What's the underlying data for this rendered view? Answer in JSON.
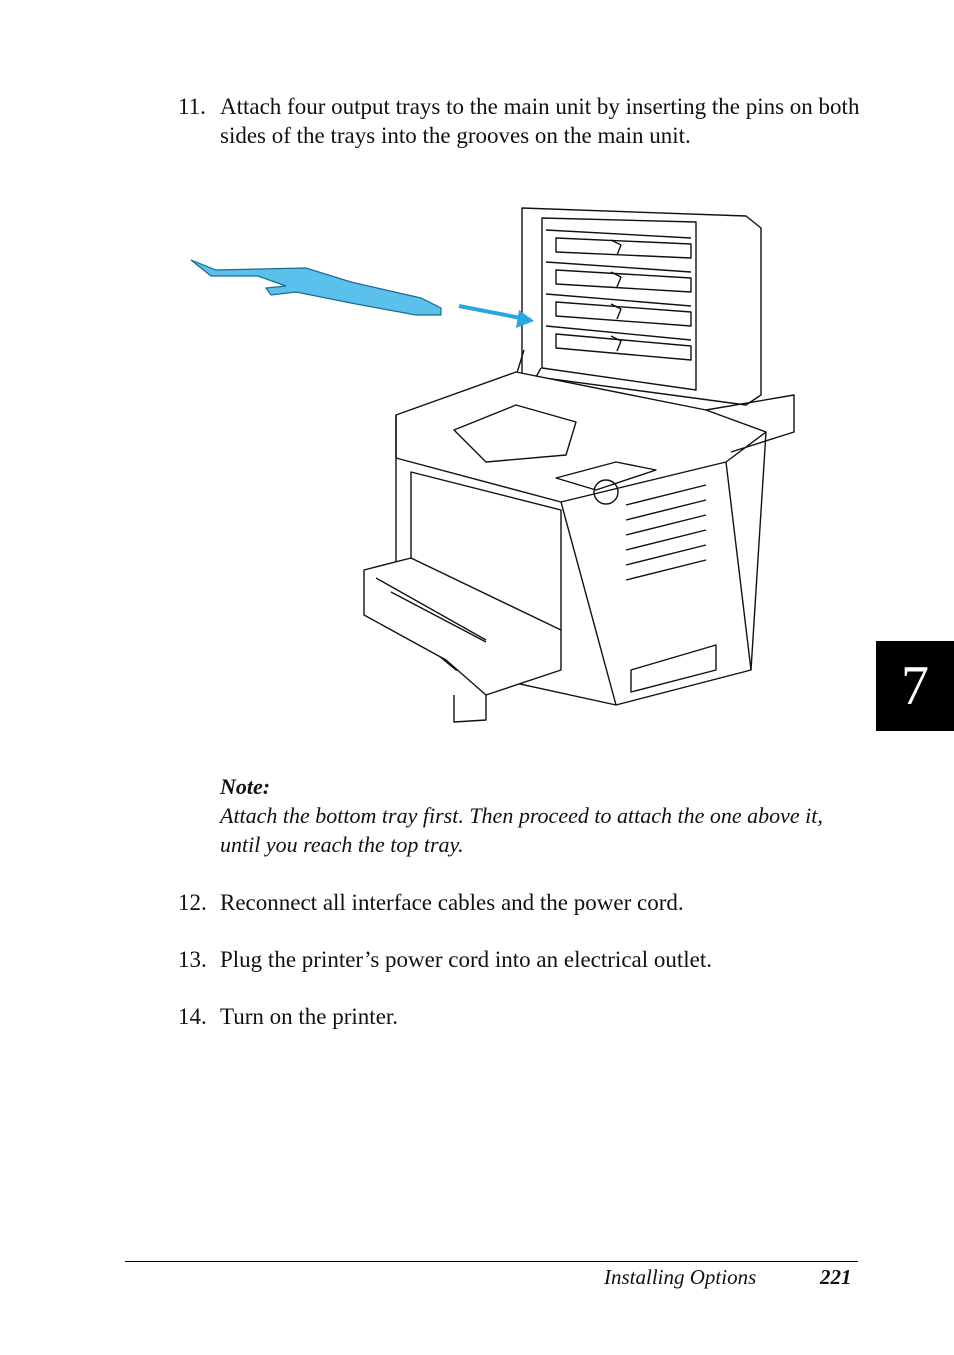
{
  "steps": [
    {
      "number": "11.",
      "text": "Attach four output trays to the main unit by inserting the pins on both sides of the trays into the grooves on the main unit."
    },
    {
      "number": "12.",
      "text": "Reconnect all interface cables and the power cord."
    },
    {
      "number": "13.",
      "text": "Plug the printer’s power cord into an electrical outlet."
    },
    {
      "number": "14.",
      "text": "Turn on the printer."
    }
  ],
  "note": {
    "label": "Note:",
    "text": "Attach the bottom tray first. Then proceed to attach the one above it, until you reach the top tray."
  },
  "chapter_tab": "7",
  "footer": {
    "section": "Installing Options",
    "page": "221"
  },
  "colors": {
    "tray": "#5bc0eb",
    "arrow": "#29a8e0",
    "tab": "#000000"
  },
  "icons": {
    "figure": "printer-with-output-tray-illustration"
  }
}
